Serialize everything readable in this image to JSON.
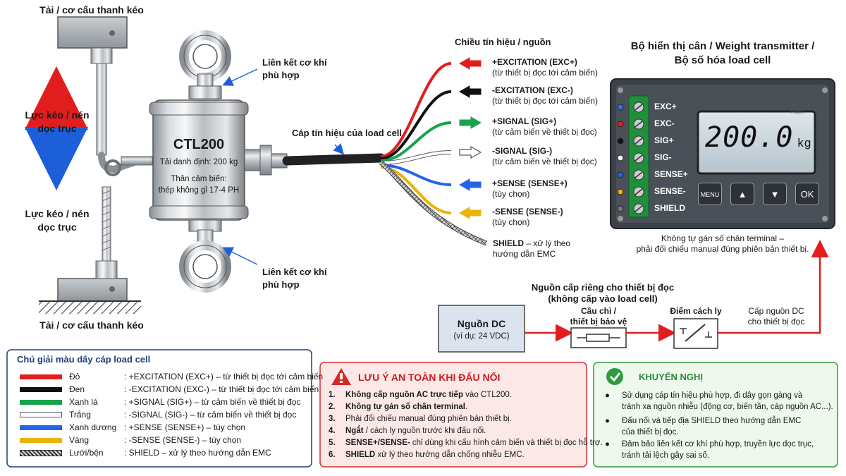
{
  "load_top": "Tải / cơ cấu thanh kéo",
  "load_bottom": "Tải / cơ cấu thanh kéo",
  "force_top": [
    "Lực kéo / nén",
    "dọc trục"
  ],
  "force_bottom": [
    "Lực kéo / nén",
    "dọc trục"
  ],
  "cell": {
    "model": "CTL200",
    "rated": "Tải danh định: 200 kg",
    "body_line1": "Thân cảm biến:",
    "body_line2": "thép không gỉ 17-4 PH"
  },
  "link_top": [
    "Liên kết cơ khí",
    "phù hợp"
  ],
  "link_bottom": [
    "Liên kết cơ khí",
    "phù hợp"
  ],
  "cable_label": "Cáp tín hiệu của load cell",
  "signal_dir": "Chiều tín hiệu / nguồn",
  "wires": [
    {
      "name": "+EXCITATION (EXC+)",
      "desc": "(từ thiết bị đọc tới cảm biến)",
      "color": "#e11d1d",
      "dir": "in"
    },
    {
      "name": "-EXCITATION (EXC-)",
      "desc": "(từ thiết bị đọc tới cảm biến)",
      "color": "#111111",
      "dir": "in"
    },
    {
      "name": "+SIGNAL (SIG+)",
      "desc": "(từ cảm biến về thiết bị đọc)",
      "color": "#16a34a",
      "dir": "out"
    },
    {
      "name": "-SIGNAL (SIG-)",
      "desc": "(từ cảm biến về thiết bị đọc)",
      "color": "#ffffff",
      "dir": "out"
    },
    {
      "name": "+SENSE (SENSE+)",
      "desc": "(tùy chọn)",
      "color": "#2563eb",
      "dir": "in"
    },
    {
      "name": "-SENSE (SENSE-)",
      "desc": "(tùy chọn)",
      "color": "#eab308",
      "dir": "in"
    }
  ],
  "shield_label": "SHIELD",
  "shield_desc": [
    "– xử lý theo",
    "hướng dẫn EMC"
  ],
  "display": {
    "title_line1": "Bộ hiển thị cân / Weight transmitter /",
    "title_line2": "Bộ số hóa load cell",
    "terminals": [
      "EXC+",
      "EXC-",
      "SIG+",
      "SIG-",
      "SENSE+",
      "SENSE-",
      "SHIELD"
    ],
    "value": "200.0",
    "unit": "kg",
    "brand": "TAMEX",
    "buttons": [
      "MENU",
      "▲",
      "▼",
      "OK"
    ],
    "note_line1": "Không tự gán số chân terminal –",
    "note_line2": "phải đối chiếu manual đúng phiên bản thiết bị."
  },
  "power": {
    "header_line1": "Nguồn cấp riêng cho thiết bị đọc",
    "header_line2": "(không cấp vào load cell)",
    "dc_title": "Nguồn DC",
    "dc_example": "(ví dụ: 24 VDC)",
    "fuse_line1": "Cầu chì /",
    "fuse_line2": "thiết bị bảo vệ",
    "isolation": "Điểm cách ly",
    "supply_line1": "Cấp nguồn DC",
    "supply_line2": "cho thiết bị đọc"
  },
  "legend": {
    "title": "Chú giải màu dây cáp load cell",
    "rows": [
      {
        "color": "#e11d1d",
        "name": "Đỏ",
        "desc": ": +EXCITATION (EXC+) – từ thiết bị đọc tới cảm biến"
      },
      {
        "color": "#111111",
        "name": "Đen",
        "desc": ": -EXCITATION (EXC-) – từ thiết bị đọc tới cảm biến"
      },
      {
        "color": "#16a34a",
        "name": "Xanh lá",
        "desc": ": +SIGNAL (SIG+) – từ cảm biến về thiết bị đọc"
      },
      {
        "color": "#ffffff",
        "name": "Trắng",
        "desc": ": -SIGNAL (SIG-) – từ cảm biến về thiết bị đọc"
      },
      {
        "color": "#2563eb",
        "name": "Xanh dương",
        "desc": ": +SENSE (SENSE+) – tùy chọn"
      },
      {
        "color": "#eab308",
        "name": "Vàng",
        "desc": ": -SENSE (SENSE-) – tùy chọn"
      },
      {
        "color": "#888888",
        "name": "Lưới/bện",
        "desc": ": SHIELD – xử lý theo hướng dẫn EMC"
      }
    ]
  },
  "safety": {
    "title": "LƯU Ý AN TOÀN KHI ĐẤU NỐI",
    "items": [
      {
        "num": "1.",
        "bold": "Không cấp nguồn AC trực tiếp",
        "rest": " vào CTL200."
      },
      {
        "num": "2.",
        "bold": "Không tự gán số chân terminal",
        "rest": "."
      },
      {
        "num": "3.",
        "bold": "",
        "rest": "Phải đối chiếu manual đúng phiên bản thiết bị."
      },
      {
        "num": "4.",
        "bold": "Ngắt",
        "rest": " / cách ly nguồn trước khi đấu nối."
      },
      {
        "num": "5.",
        "bold": "SENSE+/SENSE-",
        "rest": " chỉ dùng khi cấu hình cảm biến và thiết bị đọc hỗ trợ."
      },
      {
        "num": "6.",
        "bold": "SHIELD",
        "rest": " xử lý theo hướng dẫn chống nhiễu EMC."
      }
    ]
  },
  "recommend": {
    "title": "KHUYẾN NGHỊ",
    "items": [
      [
        "Sử dụng cáp tín hiệu phù hợp, đi dây gọn gàng và",
        "tránh xa nguồn nhiễu (động cơ, biến tần, cáp nguồn AC...)."
      ],
      [
        "Đấu nối và tiếp địa SHIELD theo hướng dẫn EMC",
        "của thiết bị đọc."
      ],
      [
        "Đảm bảo liên kết cơ khí phù hợp, truyền lực dọc trục,",
        "tránh tải lệch gây sai số."
      ]
    ]
  }
}
